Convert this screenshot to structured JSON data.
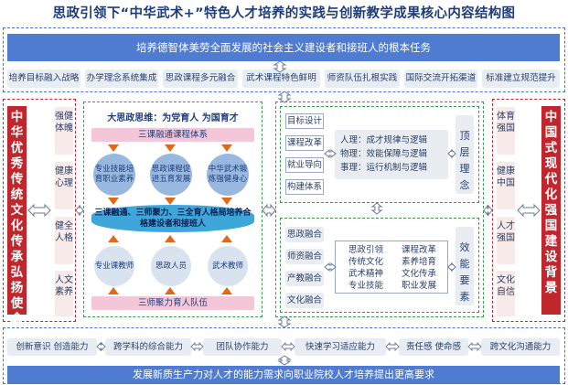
{
  "title": "思政引领下“中华武术+”特色人才培养的实践与创新教学成果核心内容结构图",
  "top": {
    "mission": "培养德智体美劳全面发展的社会主义建设者和接班人的根本任务",
    "features": [
      "培养目标融入战略",
      "办学理念系统集成",
      "思政课程多元融合",
      "武术课程特色鲜明",
      "师资队伍扎根实践",
      "国际交流开拓渠道",
      "标准建立规范提升"
    ]
  },
  "left": {
    "main": "中华优秀传统文化传承弘扬使命",
    "items": [
      "强健体魄",
      "健康心理",
      "健全人格",
      "人文素养"
    ]
  },
  "center": {
    "heading": "大思政思维：为党育人 为国育才",
    "system_bar": "三课融通课程体系",
    "courses": [
      "专业技能培育职业素养",
      "思政课程促进五育发展",
      "中华武术锻炼强健身心"
    ],
    "core": "三课融通、三师聚力、三全育人格局培养合格建设者和接班人",
    "teachers": [
      "专业课教师",
      "思政人员",
      "武术教师"
    ],
    "team_bar": "三师聚力育人队伍"
  },
  "right_top": {
    "items": [
      "目标设计",
      "课程改革",
      "就业导向",
      "构建体系"
    ],
    "logic": [
      "人理：成才规律与逻辑",
      "物理：效能保障与逻辑",
      "事理：运行机制与逻辑"
    ],
    "label": "顶层理念"
  },
  "right_bottom": {
    "items": [
      "思政融合",
      "师资融合",
      "产教融合",
      "文化融合"
    ],
    "col1": [
      "思政引领",
      "传统文化",
      "武术精神",
      "专业技能"
    ],
    "col2": [
      "课程改革",
      "素养培育",
      "文化传承",
      "职业发展"
    ],
    "label": "效能要素"
  },
  "right": {
    "items": [
      "体育强国",
      "健康中国",
      "人才强国",
      "文化自信"
    ],
    "main": "中国式现代化强国建设背景"
  },
  "bottom": {
    "abilities": [
      "创新意识 创造能力",
      "跨学科的综合能力",
      "团队协作能力",
      "快速学习适应能力",
      "责任感 使命感",
      "跨文化沟通能力"
    ],
    "requirement": "发展新质生产力对人才的能力需求向职业院校人才培养提出更高要求"
  },
  "colors": {
    "blue": "#4f7cd0",
    "red": "#c0272d",
    "green": "#3a9b4e",
    "pink": "#f3c6d8",
    "cyan": "#3fa6da"
  }
}
